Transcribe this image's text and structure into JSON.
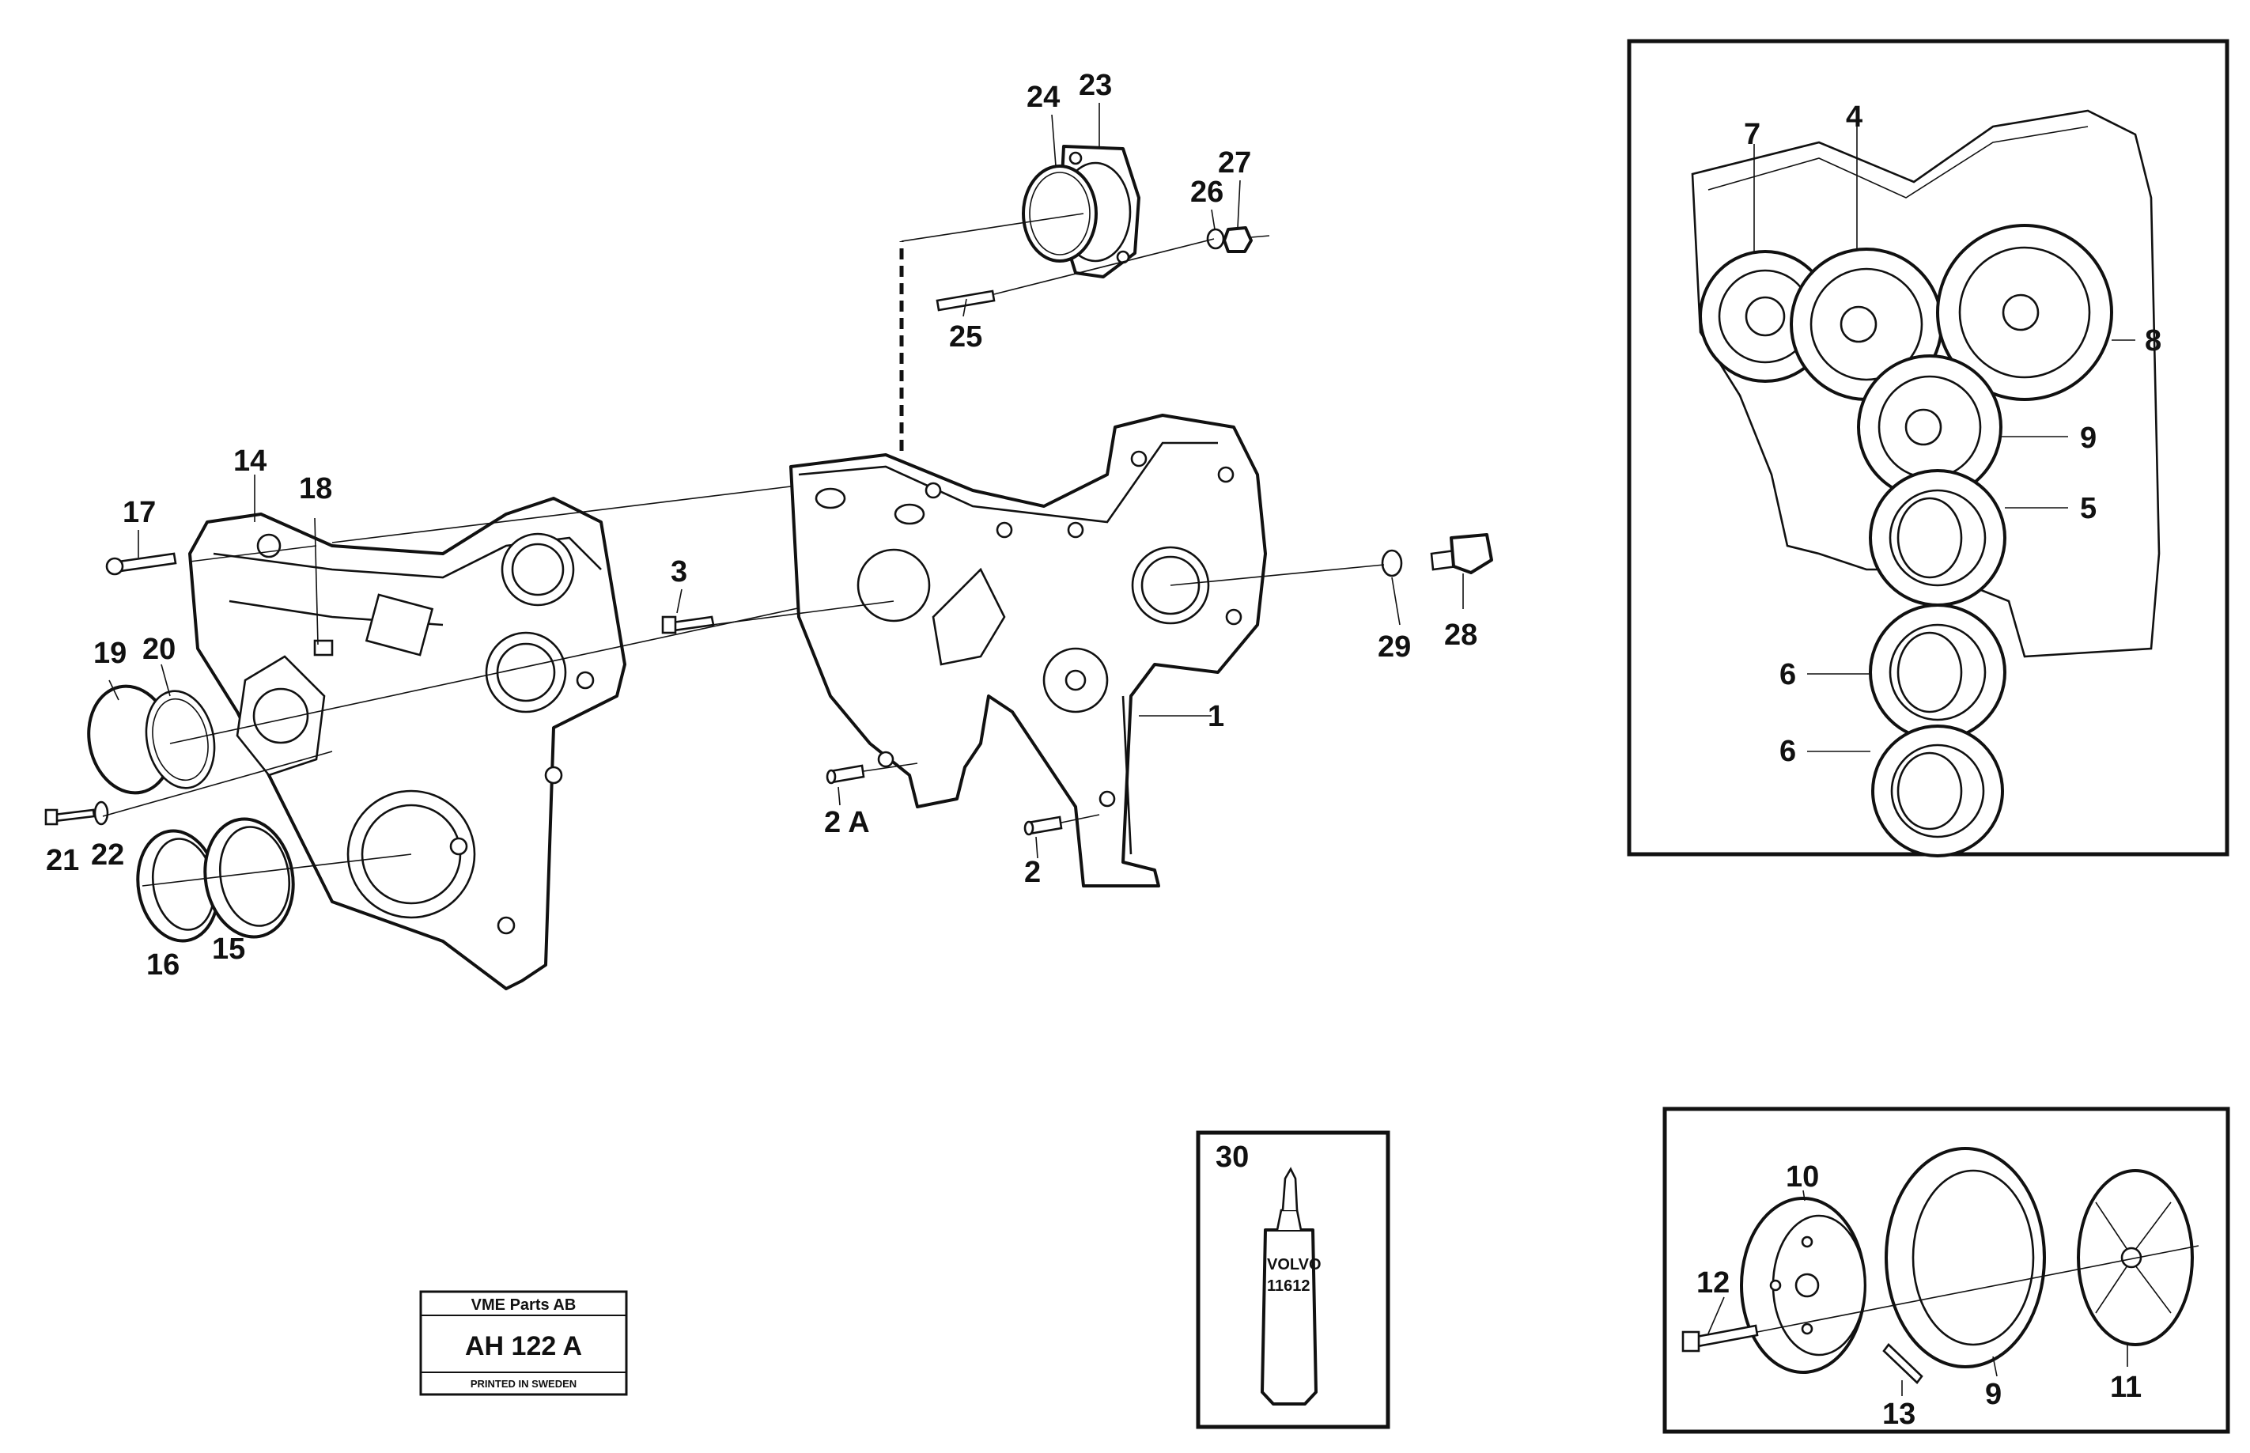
{
  "labels": {
    "l1": "1",
    "l2": "2",
    "l2a": "2 A",
    "l3": "3",
    "l4": "4",
    "l5": "5",
    "l6a": "6",
    "l6b": "6",
    "l7": "7",
    "l8": "8",
    "l9a": "9",
    "l9b": "9",
    "l10": "10",
    "l11": "11",
    "l12": "12",
    "l13": "13",
    "l14": "14",
    "l15": "15",
    "l16": "16",
    "l17": "17",
    "l18": "18",
    "l19": "19",
    "l20": "20",
    "l21": "21",
    "l22": "22",
    "l23": "23",
    "l24": "24",
    "l25": "25",
    "l26": "26",
    "l27": "27",
    "l28": "28",
    "l29": "29",
    "l30": "30"
  },
  "stamp": {
    "company": "VME Parts AB",
    "code": "AH 122 A",
    "footer": "PRINTED IN SWEDEN"
  },
  "bottle": {
    "brand": "VOLVO",
    "number": "11612"
  }
}
